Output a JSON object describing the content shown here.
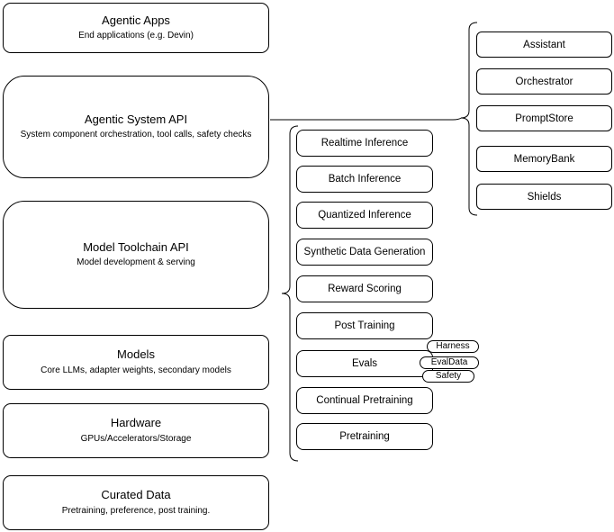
{
  "left_stack": [
    {
      "title": "Agentic Apps",
      "subtitle": "End applications (e.g. Devin)"
    },
    {
      "title": "Agentic System API",
      "subtitle": "System component orchestration, tool calls, safety checks"
    },
    {
      "title": "Model Toolchain API",
      "subtitle": "Model development & serving"
    },
    {
      "title": "Models",
      "subtitle": "Core LLMs, adapter weights, secondary models"
    },
    {
      "title": "Hardware",
      "subtitle": "GPUs/Accelerators/Storage"
    },
    {
      "title": "Curated Data",
      "subtitle": "Pretraining, preference, post training."
    }
  ],
  "toolchain_items": [
    "Realtime Inference",
    "Batch Inference",
    "Quantized Inference",
    "Synthetic Data Generation",
    "Reward Scoring",
    "Post Training",
    "Evals",
    "Continual Pretraining",
    "Pretraining"
  ],
  "eval_tags": [
    "Harness",
    "EvalData",
    "Safety"
  ],
  "system_components": [
    "Assistant",
    "Orchestrator",
    "PromptStore",
    "MemoryBank",
    "Shields"
  ],
  "colors": {
    "background": "#ffffff",
    "node_fill": "#ffffff",
    "stroke": "#000000",
    "text": "#000000"
  }
}
